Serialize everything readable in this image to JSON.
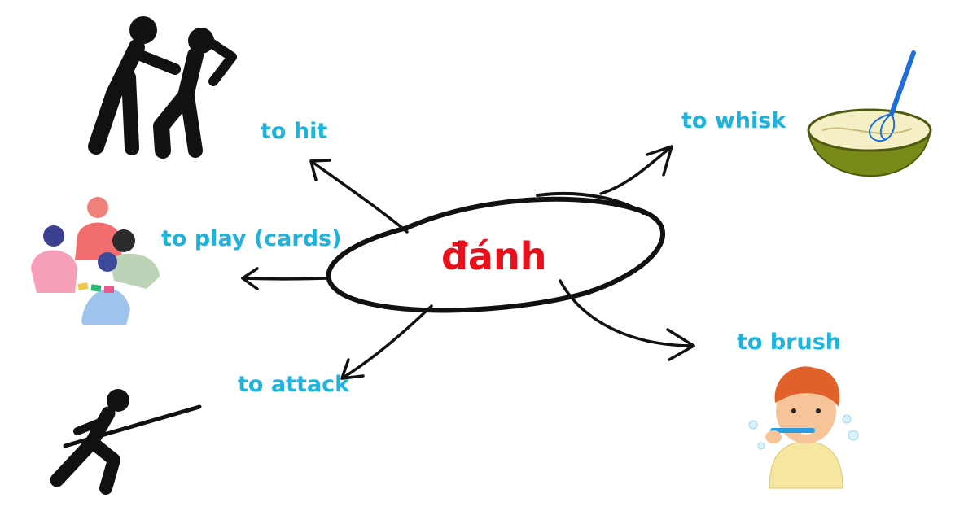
{
  "center": {
    "text": "đánh",
    "color": "#e8101a"
  },
  "branches": [
    {
      "id": "hit",
      "label": "to hit",
      "icon": "fighting-people-icon"
    },
    {
      "id": "play",
      "label": "to play (cards)",
      "icon": "card-players-icon"
    },
    {
      "id": "attack",
      "label": "to attack",
      "icon": "soldier-bayonet-icon"
    },
    {
      "id": "whisk",
      "label": "to whisk",
      "icon": "whisk-bowl-icon"
    },
    {
      "id": "brush",
      "label": "to brush",
      "icon": "boy-brushing-teeth-icon"
    }
  ],
  "colors": {
    "label": "#1fb3dc",
    "stroke": "#111111",
    "bowl": "#7a8a18",
    "whisk": "#1e6fd8"
  }
}
